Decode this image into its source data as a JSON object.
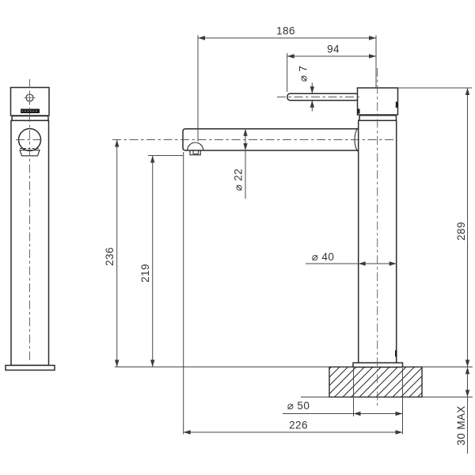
{
  "drawing": {
    "kind": "technical-dimension-drawing",
    "dimensions": {
      "spout_reach_total": "186",
      "lever_reach": "94",
      "lever_dia": "⌀ 7",
      "spout_dia": "⌀ 22",
      "spout_centre_height": "236",
      "aerator_height": "219",
      "body_dia": "⌀ 40",
      "overall_height": "289",
      "base_dia": "⌀ 50",
      "overall_projection": "226",
      "deck_thickness": "30 MAX"
    },
    "colors": {
      "object_line": "#2b2b2b",
      "dimension_line": "#4a4a4a",
      "text": "#333333",
      "background": "#ffffff"
    }
  }
}
